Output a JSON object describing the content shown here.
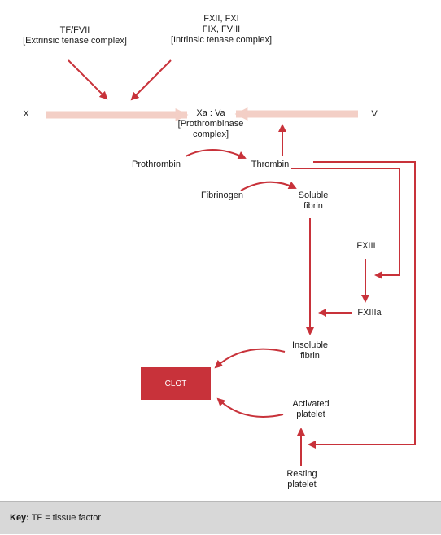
{
  "colors": {
    "arrow": "#c8323a",
    "pale_arrow": "#f3cfc6",
    "clot_fill": "#c8323a",
    "key_bg": "#d8d8d8"
  },
  "labels": {
    "tf_fvii": [
      "TF/FVII",
      "[Extrinsic tenase complex]"
    ],
    "intrinsic": [
      "FXII, FXI",
      "FIX, FVIII",
      "[Intrinsic tenase complex]"
    ],
    "x": "X",
    "v": "V",
    "xa_va": [
      "Xa : Va",
      "[Prothrombinase",
      "complex]"
    ],
    "prothrombin": "Prothrombin",
    "thrombin": "Thrombin",
    "fibrinogen": "Fibrinogen",
    "soluble_fibrin": [
      "Soluble",
      "fibrin"
    ],
    "fxiii": "FXIII",
    "fxiiia": "FXIIIa",
    "insoluble_fibrin": [
      "Insoluble",
      "fibrin"
    ],
    "clot": "CLOT",
    "activated_platelet": [
      "Activated",
      "platelet"
    ],
    "resting_platelet": [
      "Resting",
      "platelet"
    ]
  },
  "key": {
    "label": "Key:",
    "text": "TF = tissue factor"
  }
}
